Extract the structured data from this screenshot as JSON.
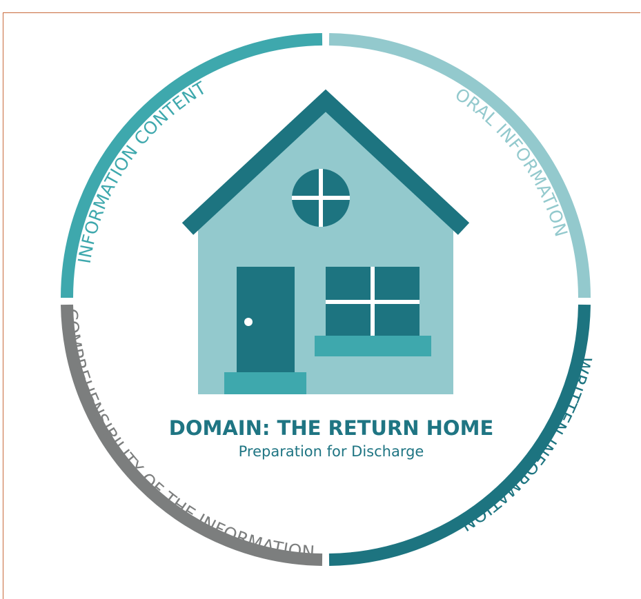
{
  "diagram": {
    "center_title": "DOMAIN: THE RETURN HOME",
    "center_subtitle": "Preparation for Discharge",
    "segments": [
      {
        "label": "INFORMATION CONTENT",
        "color": "#3ea8ad"
      },
      {
        "label": "ORAL INFORMATION",
        "color": "#93c9cd"
      },
      {
        "label": "WRITTEN INFORMATION",
        "color": "#1d7480"
      },
      {
        "label": "COMPREHENSIBILITY OF THE INFORMATION",
        "color": "#7c7e7e"
      }
    ]
  },
  "colors": {
    "house_wall": "#93c9cd",
    "house_roof": "#1d7480",
    "house_dark": "#1d7480",
    "house_step": "#3ea8ad",
    "frame": "#c8693a"
  },
  "icons": [
    "house-icon",
    "round-window-icon",
    "door-icon",
    "window-icon"
  ]
}
